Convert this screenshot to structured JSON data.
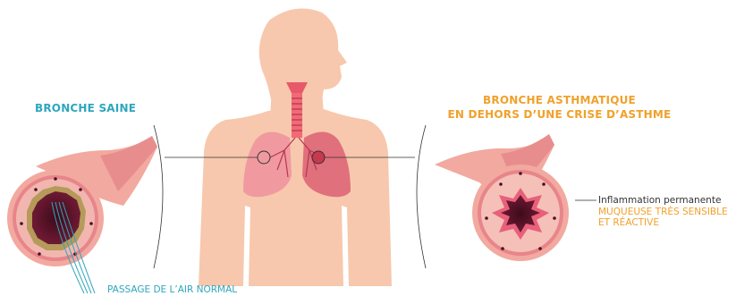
{
  "labels": {
    "healthy_title": "BRONCHE SAINE",
    "asthma_title_line1": "BRONCHE ASTHMATIQUE",
    "asthma_title_line2": "EN DEHORS D’UNE CRISE D’ASTHME",
    "inflammation": "Inflammation permanente",
    "mucosa_line1": "MUQUEUSE TRÈS SENSIBLE",
    "mucosa_line2": "ET RÉACTIVE",
    "airflow": "PASSAGE DE L’AIR NORMAL"
  },
  "colors": {
    "skin": "#f7c8ad",
    "healthy_accent": "#2fa6bd",
    "asthma_accent": "#f0a12b",
    "bronchus_outer": "#f2a9a0",
    "bronchus_wall": "#e8858a",
    "lumen_dark": "#5c1229",
    "mucosa": "#b59a5a"
  }
}
